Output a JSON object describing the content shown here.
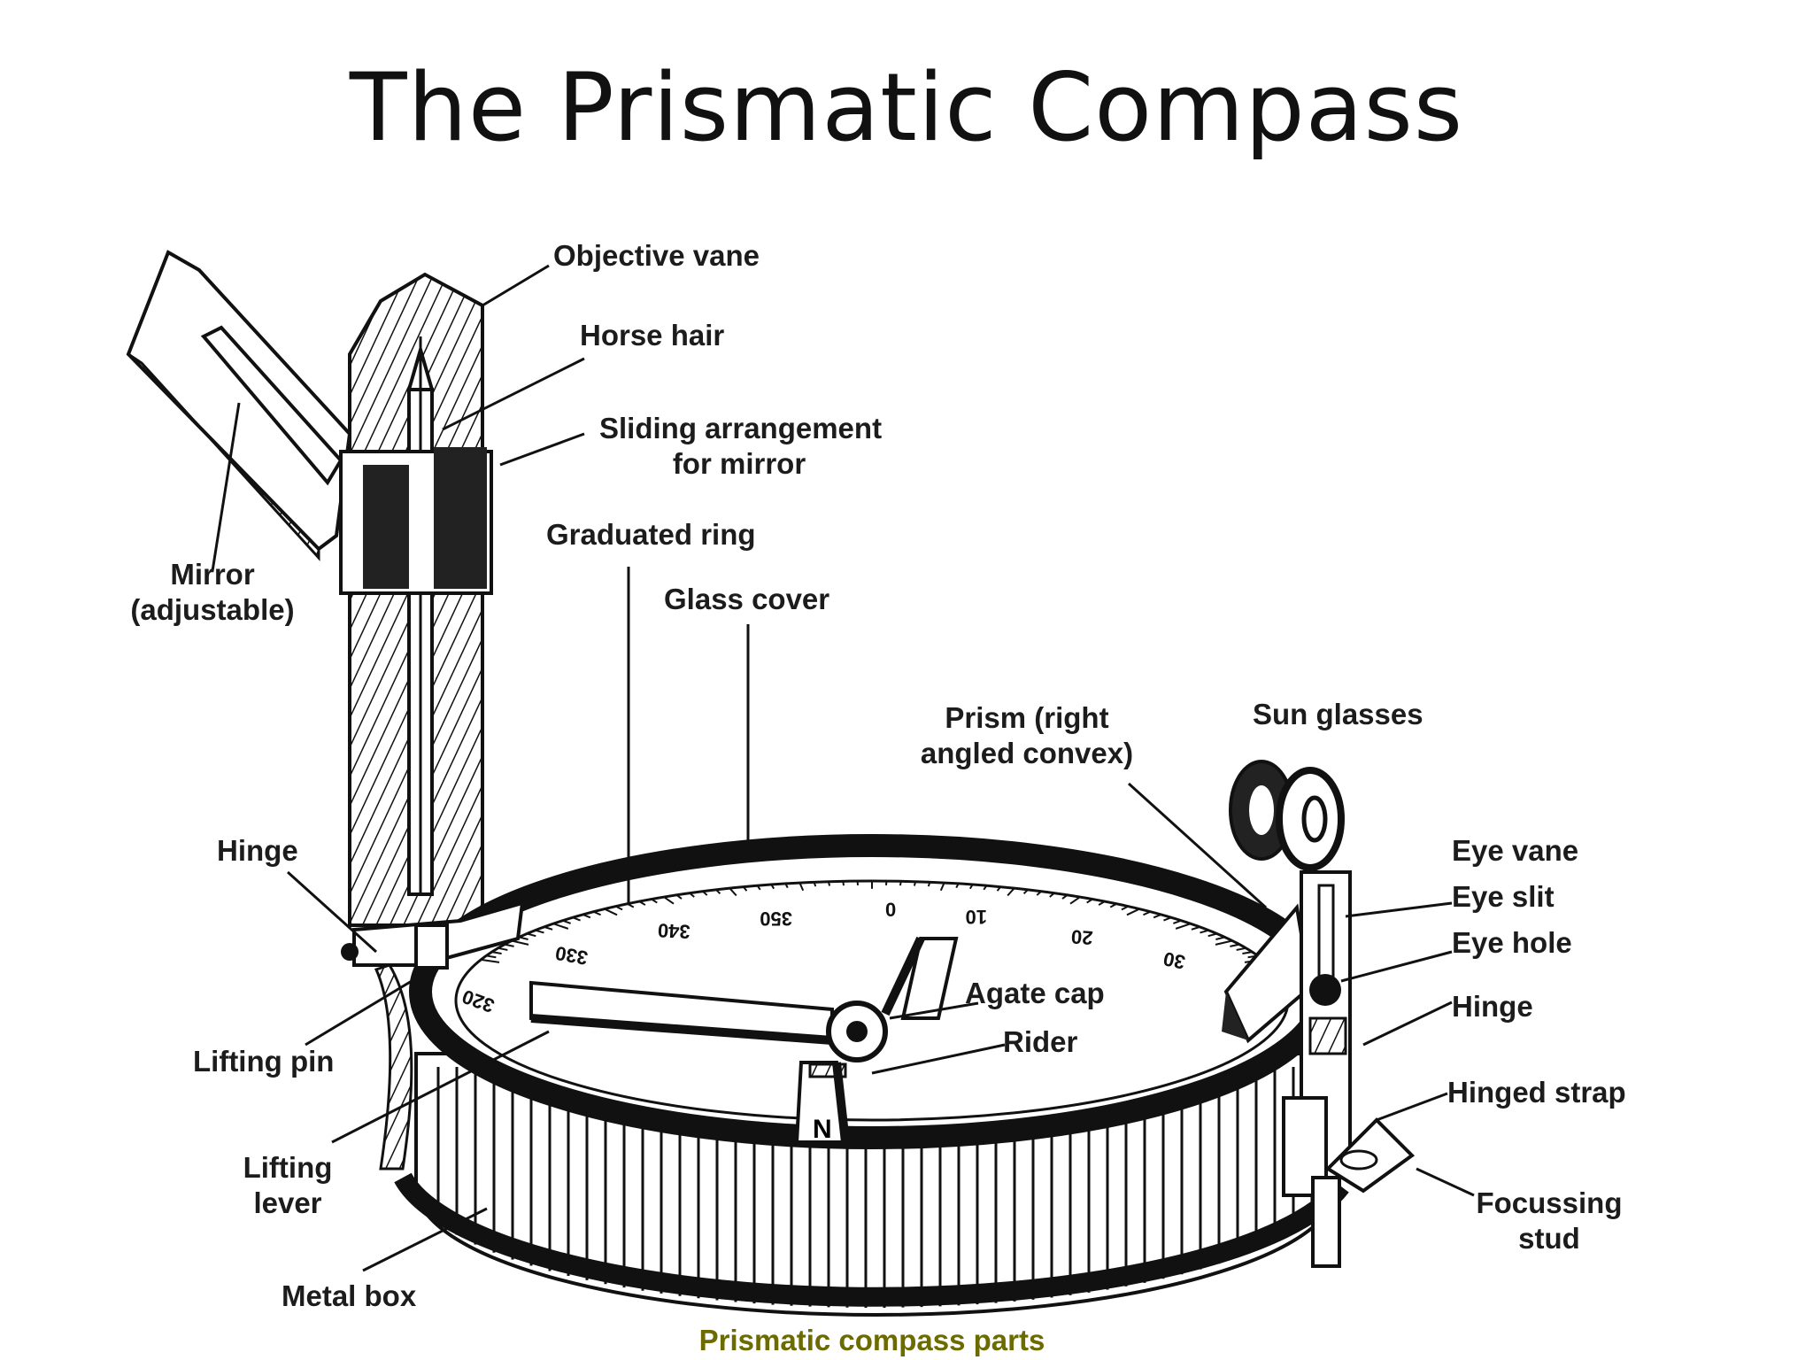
{
  "title": "The Prismatic Compass",
  "caption": "Prismatic compass parts",
  "colors": {
    "caption": "#6b6b00",
    "ink": "#111111"
  },
  "labels": {
    "objective_vane": "Objective vane",
    "horse_hair": "Horse hair",
    "sliding_1": "Sliding arrangement",
    "sliding_2": "for mirror",
    "graduated_ring": "Graduated ring",
    "glass_cover": "Glass cover",
    "mirror_1": "Mirror",
    "mirror_2": "(adjustable)",
    "prism_1": "Prism (right",
    "prism_2": "angled convex)",
    "sun_glasses": "Sun glasses",
    "eye_vane": "Eye vane",
    "eye_slit": "Eye slit",
    "eye_hole": "Eye hole",
    "hinge_left": "Hinge",
    "hinge_right": "Hinge",
    "agate_cap": "Agate cap",
    "rider": "Rider",
    "hinged_strap": "Hinged strap",
    "lifting_pin": "Lifting pin",
    "lifting_lever_1": "Lifting",
    "lifting_lever_2": "lever",
    "focussing_1": "Focussing",
    "focussing_2": "stud",
    "metal_box": "Metal box"
  },
  "scale_marks": [
    "320",
    "330",
    "340",
    "350",
    "0",
    "10",
    "20",
    "30"
  ],
  "needle_mark": "N"
}
